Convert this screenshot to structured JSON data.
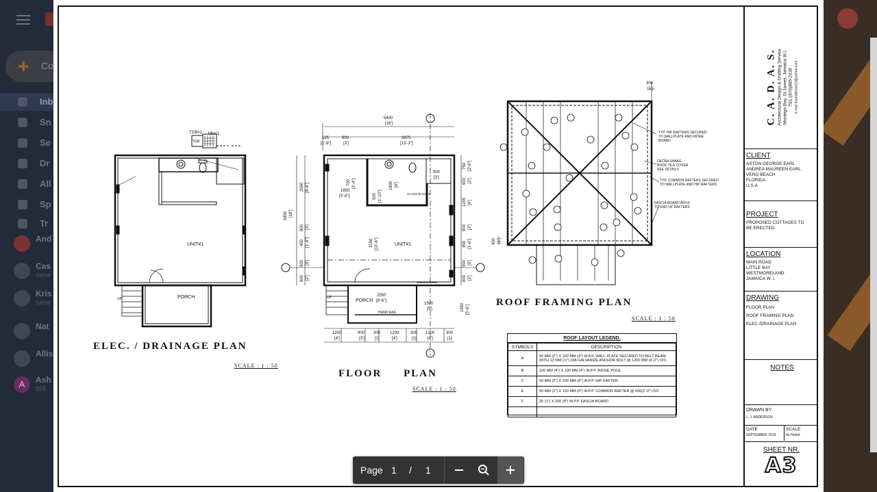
{
  "background": {
    "compose_label": "Co",
    "nav_items": [
      "Inb",
      "Sn",
      "Se",
      "Dr",
      "All",
      "Sp",
      "Tr"
    ],
    "contacts": [
      {
        "name": "And",
        "sub": ""
      },
      {
        "name": "Cas",
        "sub": "same"
      },
      {
        "name": "Kris",
        "sub": "same"
      },
      {
        "name": "Nat",
        "sub": ""
      },
      {
        "name": "Allis",
        "sub": ""
      },
      {
        "name": "Ash",
        "sub": "855"
      }
    ],
    "contact_badge_letter": "A"
  },
  "sheet": {
    "firm": {
      "name": "C. A. D. A. S.",
      "line1": "Architectural Design & Drafting Service",
      "line2": "Montego Bay, St.James, Jamaica W.I.",
      "line3": "TEL:(876)885-2438",
      "line4": "e-mail:louanderson13@yahoo.com"
    },
    "client": {
      "heading": "CLIENT",
      "lines": [
        "ASTON GEORGE EARL",
        "ANDREA MAUREEN EARL",
        "VERO BEACH",
        "FLORIDA",
        "U.S.A"
      ]
    },
    "project": {
      "heading": "PROJECT",
      "lines": [
        "PROPOSED COTTAGES TO",
        "BE ERECTED"
      ]
    },
    "location": {
      "heading": "LOCATION",
      "lines": [
        "MAIN ROAD",
        "LITTLE BAY",
        "WESTMORELAND",
        "JAMAICA W. I."
      ]
    },
    "drawing": {
      "heading": "DRAWING",
      "lines": [
        "FLOOR PLAN",
        "ROOF FRAMING PLAN",
        "ELEC./DRAINAGE PLAN"
      ]
    },
    "notes": {
      "heading": "NOTES"
    },
    "drawn_by": {
      "heading": "DRAWN BY",
      "value": "L. J. ANDERSON"
    },
    "date": {
      "heading": "DATE",
      "value": "SEPTEMBER 2019"
    },
    "scale": {
      "heading": "SCALE",
      "value": "As Noted"
    },
    "sheet_nr": {
      "heading": "SHEET NR.",
      "value": "A3"
    },
    "plans": {
      "elec": {
        "title": "ELEC. / DRAINAGE PLAN",
        "scale": "SCALE : 1 : 50",
        "unit": "UNIT#1",
        "porch": "PORCH",
        "tgb_a": "TGB#1",
        "tgb_b": "MH#1",
        "tgb_box": "TGB",
        "up": "UP"
      },
      "floor": {
        "title": "FLOOR PLAN",
        "scale": "SCALE : 1 : 50",
        "unit": "UNIT#1",
        "porch": "PORCH",
        "up": "UP",
        "hand_rail": "HAND RAIL",
        "glass_blocks": "GLASS BLOCKS",
        "dim_top_total": "5400",
        "dim_top_total_ft": "[18']",
        "dim_top": [
          "525",
          "900",
          "3975"
        ],
        "dim_top_ft": [
          "[1'-9\"]",
          "[3']",
          "[13'-3\"]"
        ],
        "dim_left_total": "5400",
        "dim_left_total_ft": "[18']",
        "dim_left": [
          "2550",
          "900",
          "450",
          "900",
          "600"
        ],
        "dim_left_ft": [
          "[8'-6\"]",
          "[3']",
          "[1'-6\"]",
          "[3']",
          "[2']"
        ],
        "dim_right": [
          "750",
          "600",
          "1200",
          "900",
          "450",
          "900",
          "600"
        ],
        "dim_right_ft": [
          "[2'-6\"]",
          "[2']",
          "[4']",
          "[3']",
          "[1'-6\"]",
          "[3']",
          "[2']"
        ],
        "dim_bottom": [
          "1200",
          "900",
          "300",
          "1200",
          "300",
          "1200",
          "300"
        ],
        "dim_bottom_ft": [
          "[4']",
          "[3']",
          "[1]",
          "[4']",
          "[1]",
          "[4']",
          "[1]"
        ],
        "dim_inner": [
          "1650",
          "[5'-6\"]",
          "1800",
          "[6']",
          "900",
          "[3']",
          "700",
          "[2'-4\"]",
          "500",
          "[1'-10\"]",
          "3150",
          "[10'-6\"]",
          "2550",
          "[8'-6\"]",
          "1500",
          "[5']",
          "1650",
          "[5'-6\"]"
        ]
      },
      "roof": {
        "title": "ROOF FRAMING PLAN",
        "scale": "SCALE : 1 : 50",
        "dim_top": "300",
        "dim_top_ft": "[1']",
        "dim_left": "300",
        "dim_left_ft": "[1']",
        "notes": [
          "TYP. HIP RAFTERS SECURED",
          "TO WALLPLATE AND RIDGE",
          "BOARD",
          "DECRA SHAKE",
          "ROOF TILE COVER",
          "SEE DETAILS",
          "TYP. COMMON RAFTERS SECURED",
          "TO WALLPLATE AND HIP RAFTERS",
          "FASCIA BOARD AFFIX",
          "TO END OF RAFTERS"
        ]
      }
    },
    "legend": {
      "title": "ROOF LAYOUT LEGEND.",
      "col_symbols": "SYMBOLS",
      "col_description": "DESCRIPTION",
      "rows": [
        {
          "sym": "A",
          "desc": "50 MM (2\") X 100 MM (4\") W.P.P. WALL PLATE SECURED TO BELT BEAM WITH 13 MM (½\") DIA GALVANIZE ANCHOR BOLT @ 1200 MM (4'-0\") O/C."
        },
        {
          "sym": "B",
          "desc": "100 MM (4\") X 100 MM (4\") W.P.P. RIDGE POLE."
        },
        {
          "sym": "C",
          "desc": "50 MM (2\") X 200 MM (8\") W.P.P. HIP RAFTER."
        },
        {
          "sym": "E",
          "desc": "50 MM (2\") X 150 MM (6\") W.P.P. COMMON RAFTER @ 600(2'-0\") O/C"
        },
        {
          "sym": "F",
          "desc": "25 (1\") X 200 (8\") W.P.P. FASCIA BOARD"
        },
        {
          "sym": "",
          "desc": ""
        }
      ]
    }
  },
  "toolbar": {
    "page_label": "Page",
    "current_page": "1",
    "separator": "/",
    "total_pages": "1",
    "zoom_out_icon": "minus-icon",
    "zoom_icon": "magnifier-icon",
    "zoom_in_icon": "plus-icon"
  }
}
